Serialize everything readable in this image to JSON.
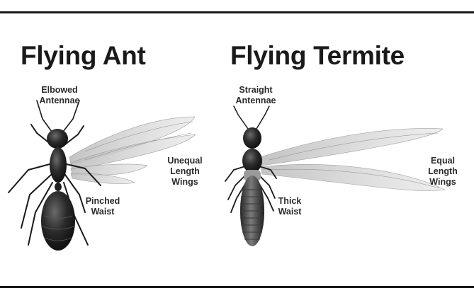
{
  "titles": {
    "ant": "Flying Ant",
    "termite": "Flying Termite"
  },
  "labels": {
    "ant_antennae": "Elbowed\nAntennae",
    "ant_waist": "Pinched\nWaist",
    "ant_wings": "Unequal\nLength\nWings",
    "termite_antennae": "Straight\nAntennae",
    "termite_waist": "Thick\nWaist",
    "termite_wings": "Equal\nLength\nWings"
  },
  "colors": {
    "frame": "#1a1a1a",
    "body_dark": "#1e1e1e",
    "wing": "#c8c8c8"
  }
}
